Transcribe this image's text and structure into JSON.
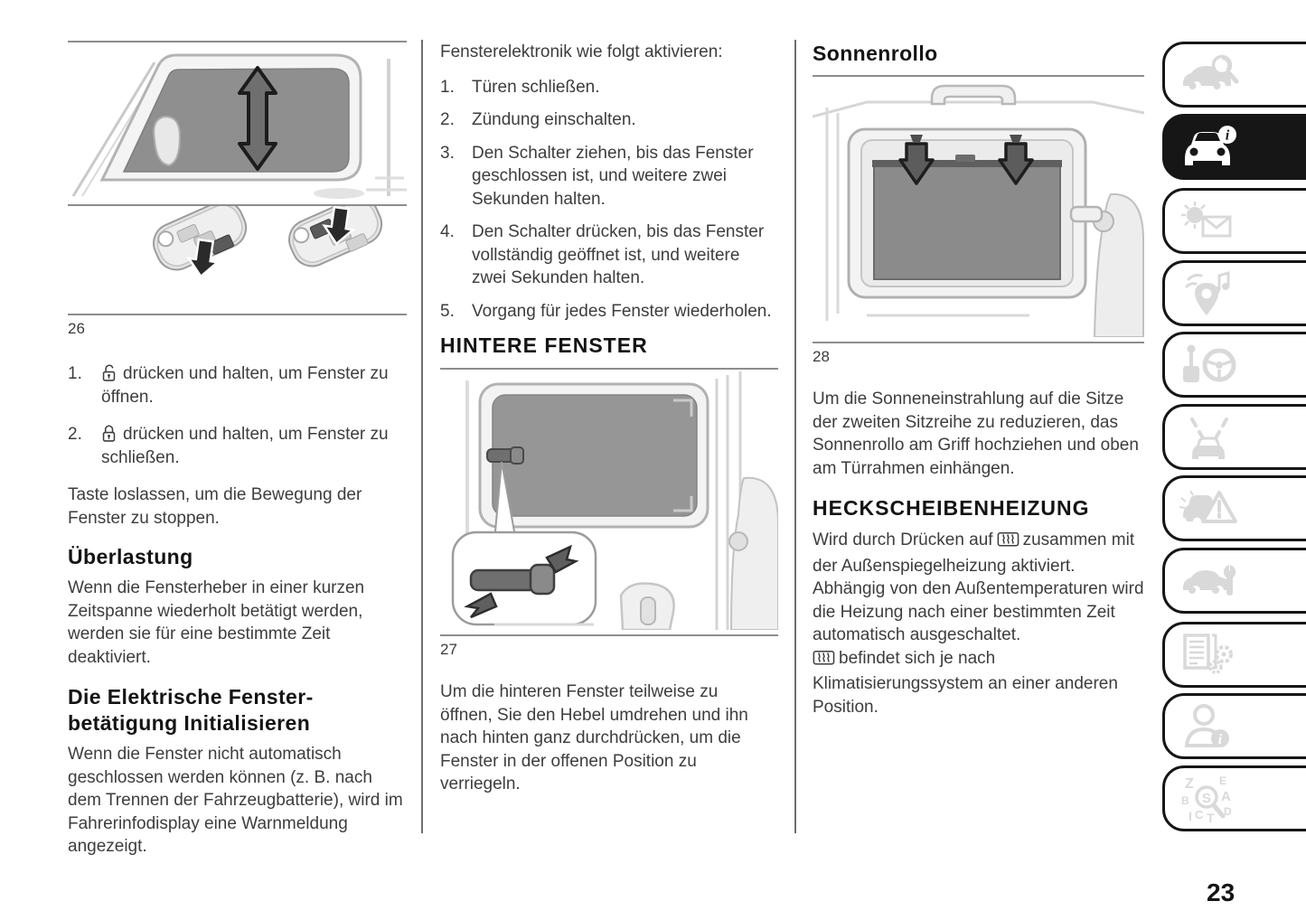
{
  "page": {
    "number": "23"
  },
  "colors": {
    "text": "#3d3d3d",
    "heading": "#141414",
    "active_tab_bg": "#161616",
    "inactive_icon_gray": "#d9d9d9",
    "illustration_glass_gray": "#8f8f8f"
  },
  "left_column": {
    "figure26": {
      "label": "26"
    },
    "list": [
      {
        "num": "1.",
        "icon": "unlock-icon",
        "text": "drücken und halten, um Fenster zu öffnen."
      },
      {
        "num": "2.",
        "icon": "lock-icon",
        "text": "drücken und halten, um Fenster zu schließen."
      }
    ],
    "para1": "Taste loslassen, um die Bewegung der Fenster zu stoppen.",
    "heading1": "Überlastung",
    "para2": "Wenn die Fensterheber in einer kurzen Zeitspanne wiederholt betätigt werden, werden sie für eine bestimmte Zeit deaktiviert.",
    "heading2": "Die Elektrische Fenster-betätigung Initialisieren",
    "para3": "Wenn die Fenster nicht automatisch geschlossen werden können (z. B. nach dem Trennen der Fahrzeugbatterie), wird im Fahrerinfodisplay eine Warnmeldung angezeigt."
  },
  "middle_column": {
    "intro": "Fensterelektronik wie folgt aktivieren:",
    "steps": [
      {
        "num": "1.",
        "text": "Türen schließen."
      },
      {
        "num": "2.",
        "text": "Zündung einschalten."
      },
      {
        "num": "3.",
        "text": "Den Schalter ziehen, bis das Fenster geschlossen ist, und weitere zwei Sekunden halten."
      },
      {
        "num": "4.",
        "text": "Den Schalter drücken, bis das Fenster vollständig geöffnet ist, und weitere zwei Sekunden halten."
      },
      {
        "num": "5.",
        "text": "Vorgang für jedes Fenster wiederholen."
      }
    ],
    "heading": "HINTERE FENSTER",
    "figure27": {
      "label": "27"
    },
    "para": "Um die hinteren Fenster teilweise zu öffnen, Sie den Hebel umdrehen und ihn nach hinten ganz durchdrücken, um die Fenster in der offenen Position zu verriegeln."
  },
  "right_column": {
    "heading1": "Sonnenrollo",
    "figure28": {
      "label": "28"
    },
    "para1": "Um die Sonneneinstrahlung auf die Sitze der zweiten Sitzreihe zu reduzieren, das Sonnenrollo am Griff hochziehen und oben am Türrahmen einhängen.",
    "heading2": "HECKSCHEIBENHEIZUNG",
    "defrost_para1_pre": "Wird durch Drücken auf",
    "defrost_para1_post": "zusammen mit der Außenspiegelheizung aktiviert. Abhängig von den Außentemperaturen wird die Heizung nach einer bestimmten Zeit automatisch ausgeschaltet.",
    "defrost_para2_post": "befindet sich je nach Klimatisierungssystem an einer anderen Position."
  },
  "sidebar": {
    "tabs": [
      {
        "icon": "car-search-icon",
        "active": false
      },
      {
        "icon": "car-info-icon",
        "active": true
      },
      {
        "icon": "warning-lights-message-icon",
        "active": false
      },
      {
        "icon": "navigation-audio-icon",
        "active": false
      },
      {
        "icon": "gearshift-steering-icon",
        "active": false
      },
      {
        "icon": "driver-assistance-icon",
        "active": false
      },
      {
        "icon": "emergency-triangle-icon",
        "active": false
      },
      {
        "icon": "car-service-icon",
        "active": false
      },
      {
        "icon": "technical-data-icon",
        "active": false
      },
      {
        "icon": "customer-info-icon",
        "active": false
      },
      {
        "icon": "index-search-icon",
        "active": false
      }
    ]
  }
}
